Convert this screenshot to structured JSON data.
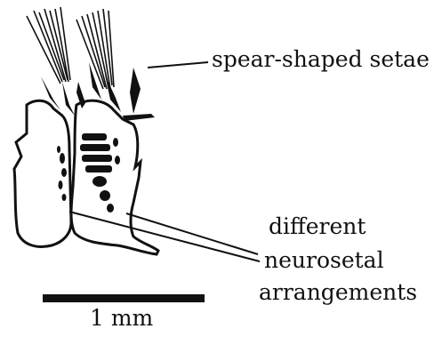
{
  "figure": {
    "labels": {
      "setae": "spear-shaped setae",
      "neurosetal_line1": "different",
      "neurosetal_line2": "neurosetal",
      "neurosetal_line3": "arrangements"
    },
    "scale_bar": {
      "label": "1 mm"
    },
    "colors": {
      "ink": "#111111",
      "background": "#ffffff"
    }
  }
}
